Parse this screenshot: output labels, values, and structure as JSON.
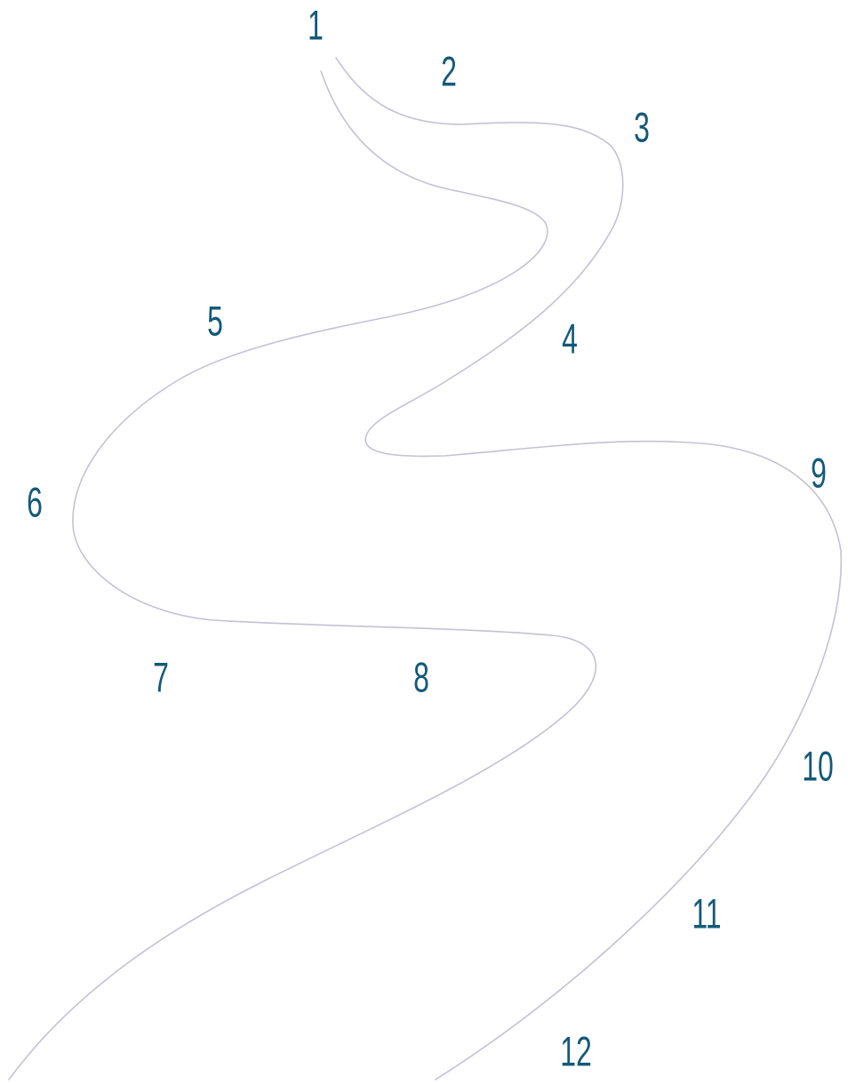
{
  "markers": {
    "m1": "1",
    "m2": "2",
    "m3": "3",
    "m4": "4",
    "m5": "5",
    "m6": "6",
    "m7": "7",
    "m8": "8",
    "m9": "9",
    "m10": "10",
    "m11": "11",
    "m12": "12"
  },
  "colors": {
    "marker_text": "#145a78",
    "road_edge": "#c2c2d4",
    "background": "#ffffff"
  }
}
